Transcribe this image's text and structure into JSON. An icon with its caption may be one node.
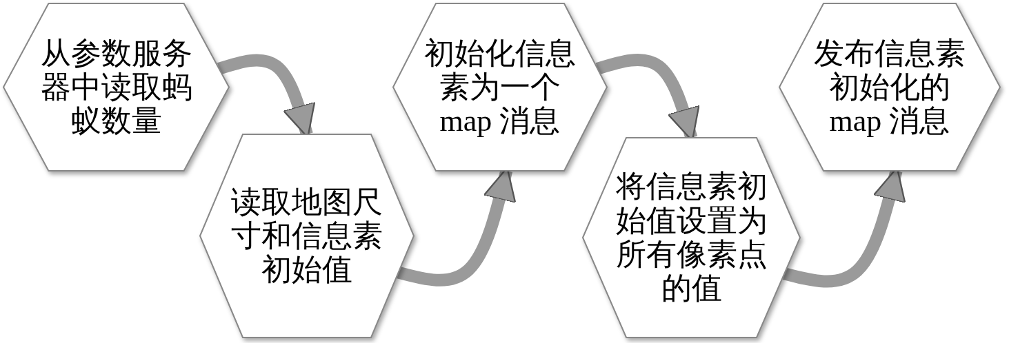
{
  "diagram": {
    "nodes": [
      {
        "text": [
          "从参数服务器中读取蚂蚁数量"
        ]
      },
      {
        "text": [
          "读取地图尺寸和信息素初始值"
        ]
      },
      {
        "text": [
          "初始化信息素为一个 map 消息"
        ]
      },
      {
        "text": [
          "将信息素初始值设置为所有像素点的值"
        ]
      },
      {
        "text": [
          "发布信息素初始化的 map 消息"
        ]
      }
    ],
    "edges": [
      {
        "from": 0,
        "to": 1,
        "arrow": "to"
      },
      {
        "from": 1,
        "to": 2,
        "arrow": "to"
      },
      {
        "from": 2,
        "to": 3,
        "arrow": "to"
      },
      {
        "from": 3,
        "to": 4,
        "arrow": "to"
      }
    ]
  }
}
